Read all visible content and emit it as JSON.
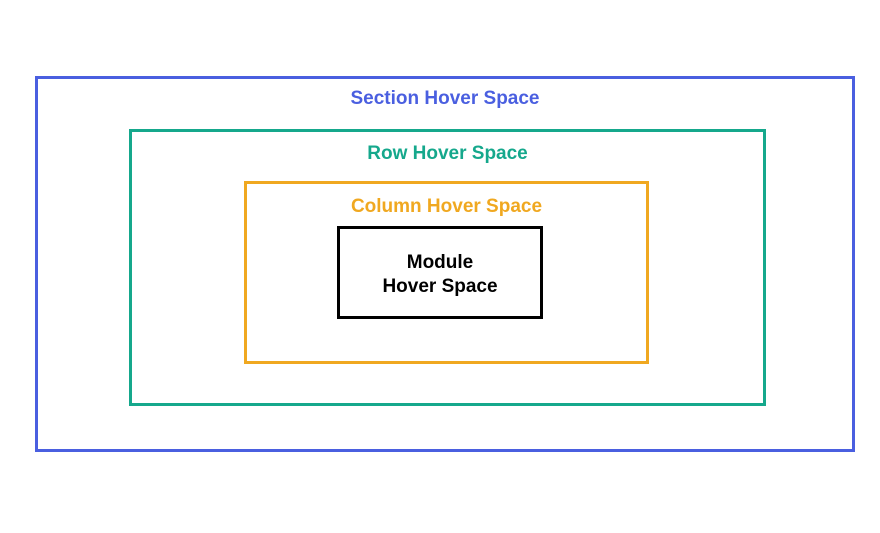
{
  "section": {
    "label": "Section Hover Space",
    "color": "#4A5FE0"
  },
  "row": {
    "label": "Row Hover Space",
    "color": "#15A88C"
  },
  "column": {
    "label": "Column Hover Space",
    "color": "#F0A820"
  },
  "module": {
    "label_line1": "Module",
    "label_line2": "Hover Space",
    "color": "#000000"
  }
}
